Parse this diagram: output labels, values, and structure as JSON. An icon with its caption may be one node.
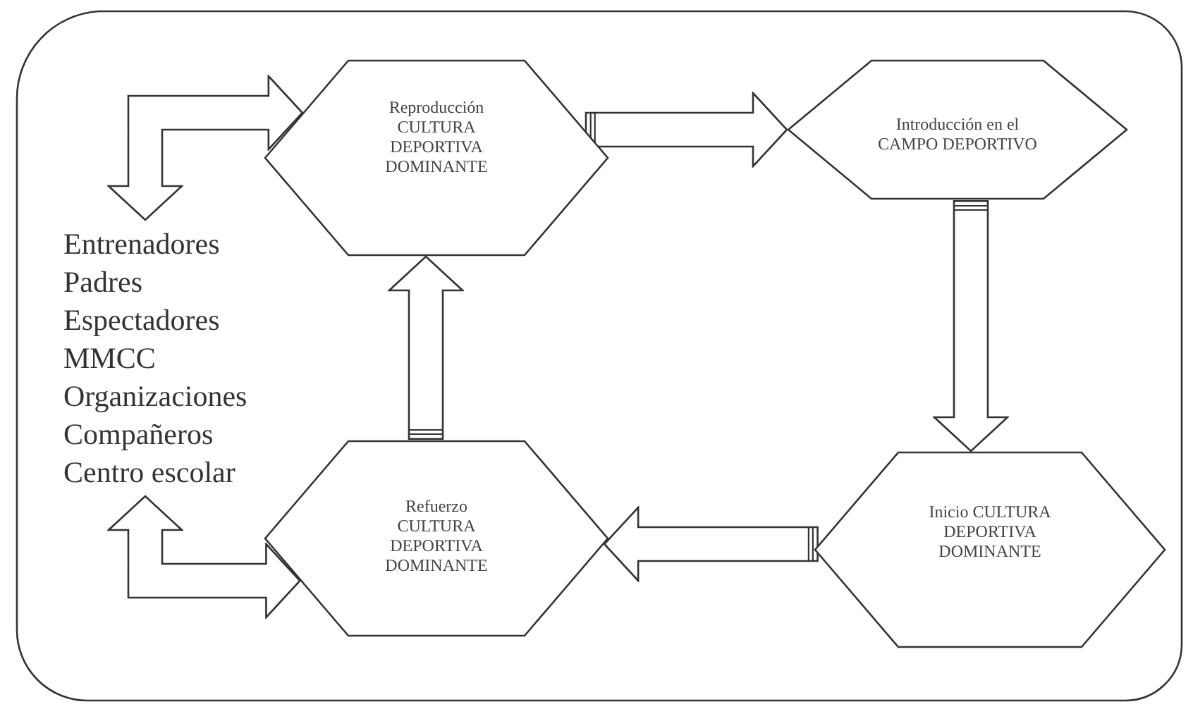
{
  "diagram": {
    "nodes": [
      {
        "text": [
          "Reproducción CULTURA DEPORTIVA DOMINANTE"
        ]
      },
      {
        "text": [
          "Introducción en el CAMPO DEPORTIVO"
        ]
      },
      {
        "text": [
          "Entrenadores",
          "Padres",
          "Espectadores",
          "MMCC",
          "Organizaciones",
          "Compañeros",
          "Centro escolar"
        ]
      },
      {
        "text": [
          "Refuerzo CULTURA DEPORTIVA DOMINANTE"
        ]
      },
      {
        "text": [
          "Inicio CULTURA DEPORTIVA DOMINANTE"
        ]
      }
    ],
    "edges": [
      {
        "from": 2,
        "to": 0,
        "arrow": "both"
      },
      {
        "from": 0,
        "to": 1,
        "arrow": "to"
      },
      {
        "from": 1,
        "to": 4,
        "arrow": "to"
      },
      {
        "from": 4,
        "to": 3,
        "arrow": "to"
      },
      {
        "from": 3,
        "to": 0,
        "arrow": "to"
      },
      {
        "from": 2,
        "to": 3,
        "arrow": "both"
      }
    ]
  }
}
